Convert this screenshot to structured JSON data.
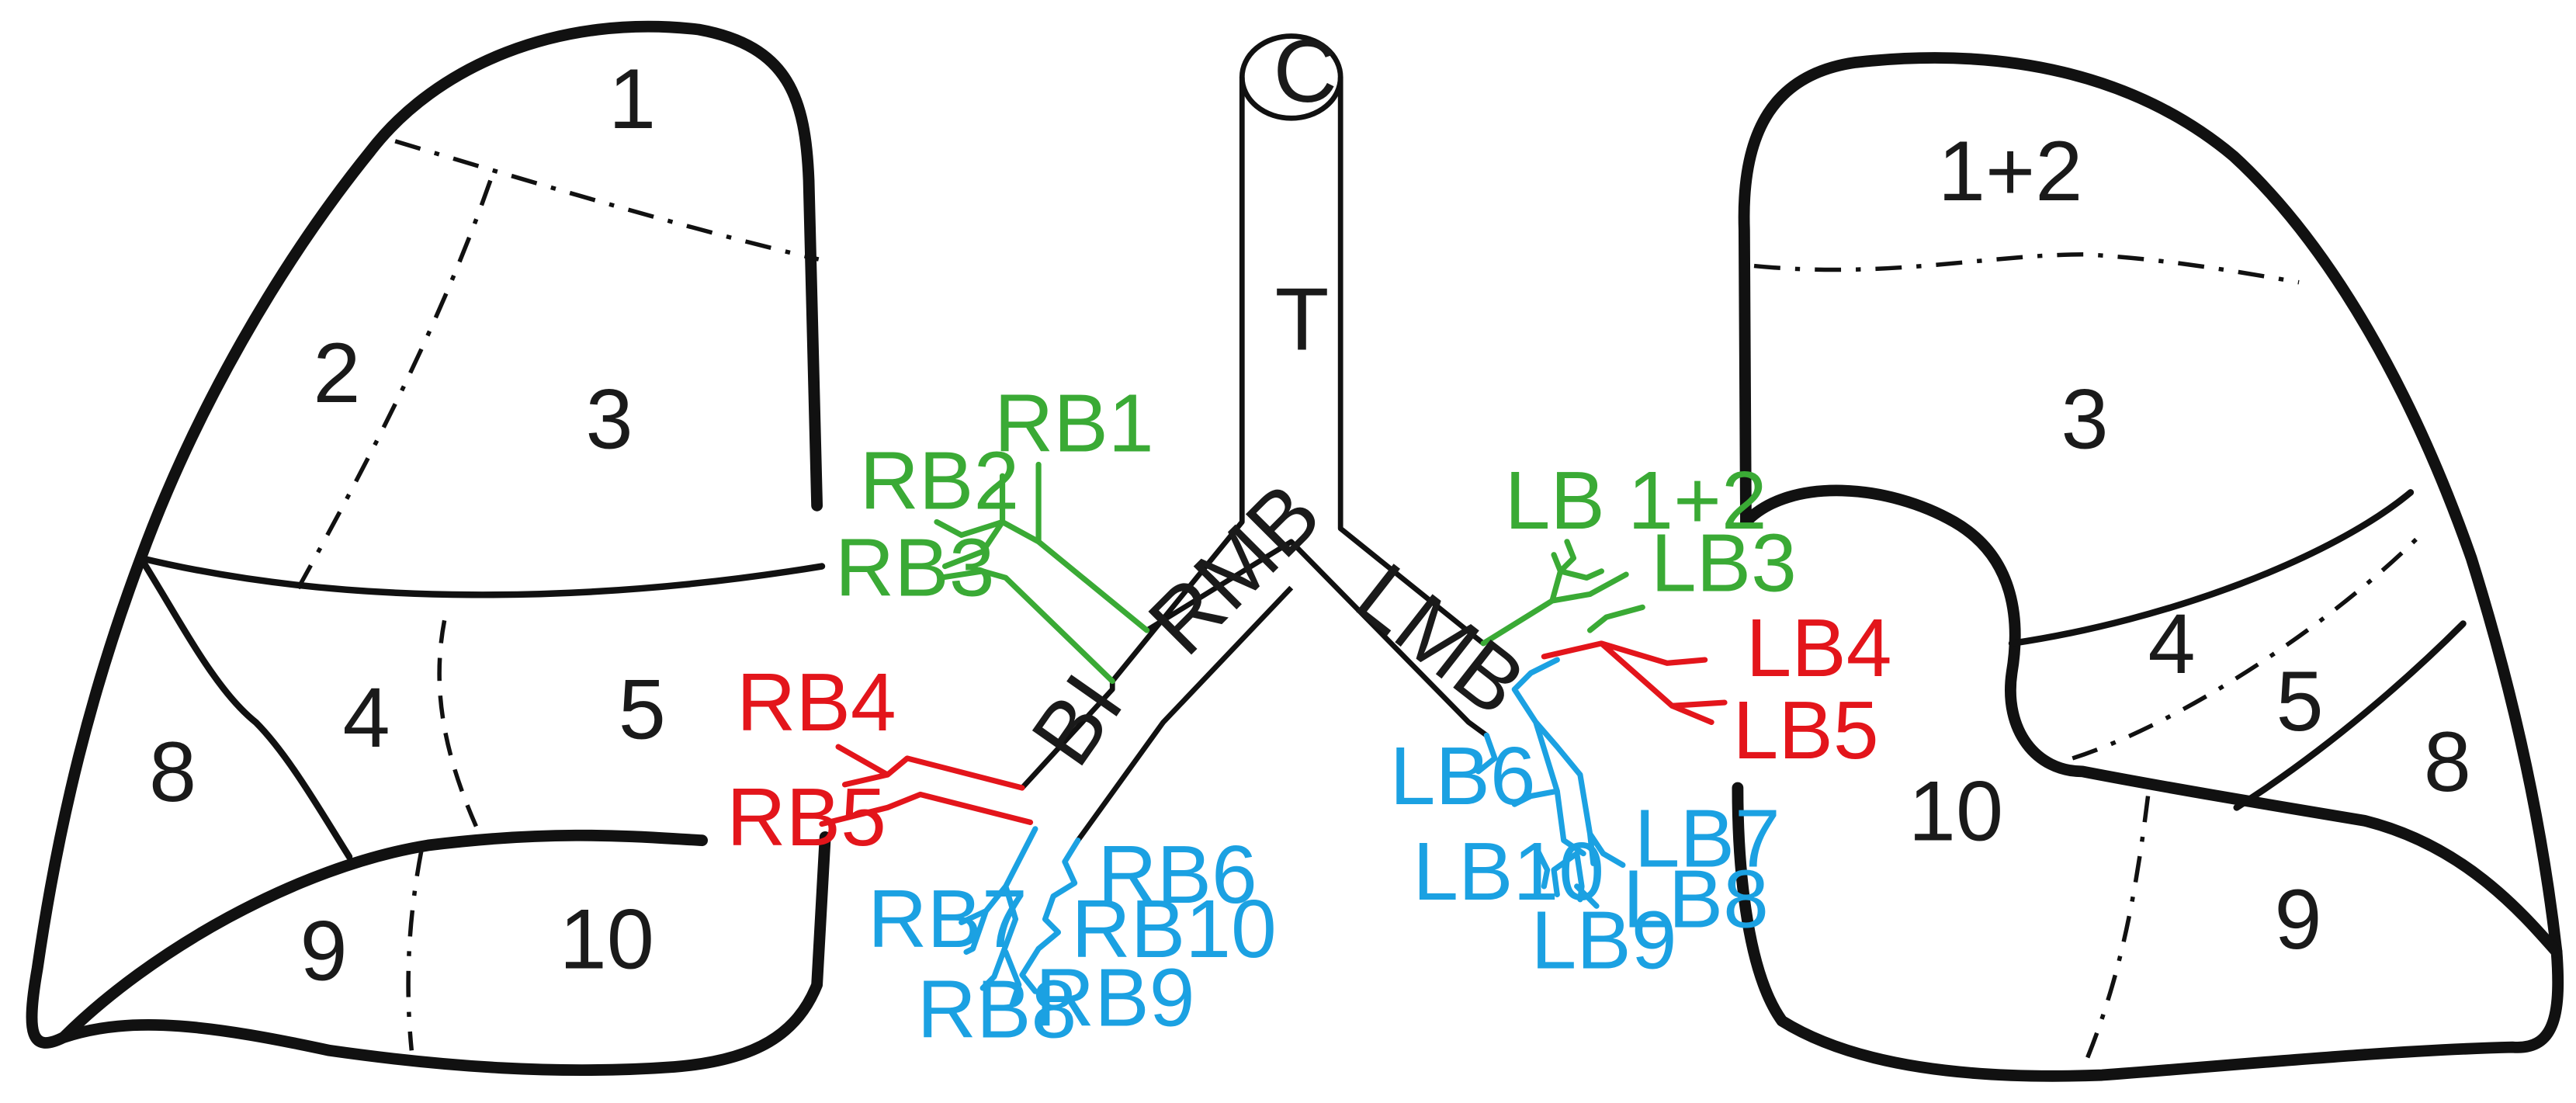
{
  "colors": {
    "upper": "#3aaa35",
    "middle_lingula": "#e3151b",
    "lower": "#1ba1e2",
    "outline": "#111111"
  },
  "airways": {
    "cricoid": "C",
    "trachea": "T",
    "right_main": "RMB",
    "left_main": "LMB",
    "intermedius": "BI"
  },
  "right_lung": {
    "segments": [
      "1",
      "2",
      "3",
      "4",
      "5",
      "8",
      "9",
      "10"
    ]
  },
  "left_lung": {
    "segments": [
      "1+2",
      "3",
      "4",
      "5",
      "8",
      "9",
      "10"
    ]
  },
  "right_bronchi": {
    "upper": [
      "RB1",
      "RB2",
      "RB3"
    ],
    "middle": [
      "RB4",
      "RB5"
    ],
    "lower": [
      "RB6",
      "RB7",
      "RB8",
      "RB9",
      "RB10"
    ]
  },
  "left_bronchi": {
    "upper": [
      "LB 1+2",
      "LB3"
    ],
    "lingula": [
      "LB4",
      "LB5"
    ],
    "lower": [
      "LB6",
      "LB7",
      "LB8",
      "LB9",
      "LB10"
    ]
  }
}
